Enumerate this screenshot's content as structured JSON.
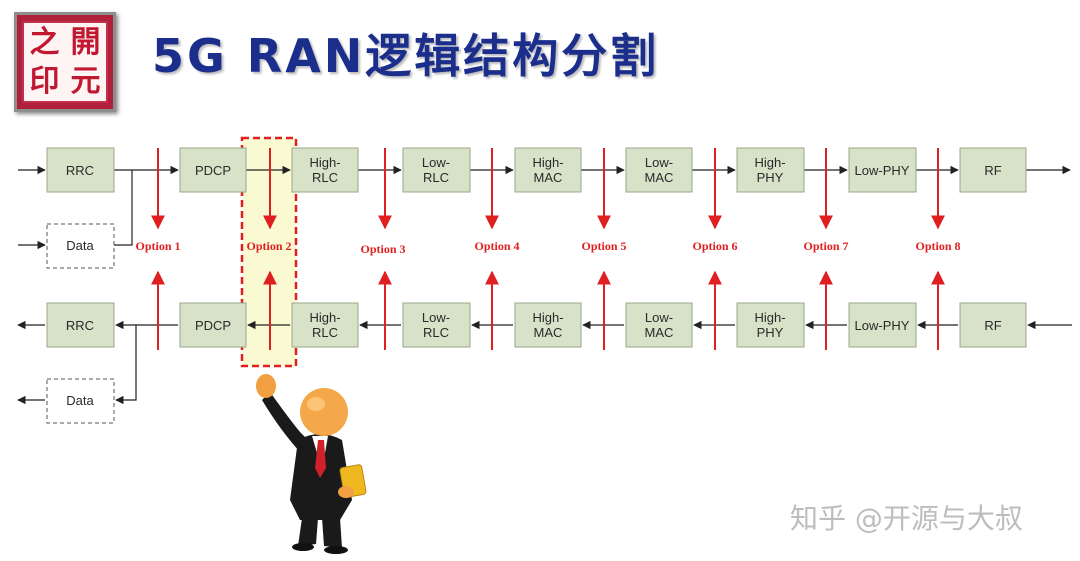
{
  "logo": {
    "chars": [
      "之",
      "開",
      "印",
      "元"
    ]
  },
  "title": "5G RAN逻辑结构分割",
  "blocks": {
    "rrc": "RRC",
    "data": "Data",
    "pdcp": "PDCP",
    "high_rlc": [
      "High-",
      "RLC"
    ],
    "low_rlc": [
      "Low-",
      "RLC"
    ],
    "high_mac": [
      "High-",
      "MAC"
    ],
    "low_mac": [
      "Low-",
      "MAC"
    ],
    "high_phy": [
      "High-",
      "PHY"
    ],
    "low_phy": "Low-PHY",
    "rf": "RF"
  },
  "options": [
    "Option 1",
    "Option 2",
    "Option 3",
    "Option 4",
    "Option 5",
    "Option 6",
    "Option 7",
    "Option 8"
  ],
  "highlighted_option": "Option 2",
  "colors": {
    "title": "#1c2e8c",
    "box_fill": "#d8e2c8",
    "option_red": "#e02020",
    "highlight_fill": "#fafad2",
    "logo_red": "#b0203a"
  },
  "watermark": "知乎 @开源与大叔"
}
